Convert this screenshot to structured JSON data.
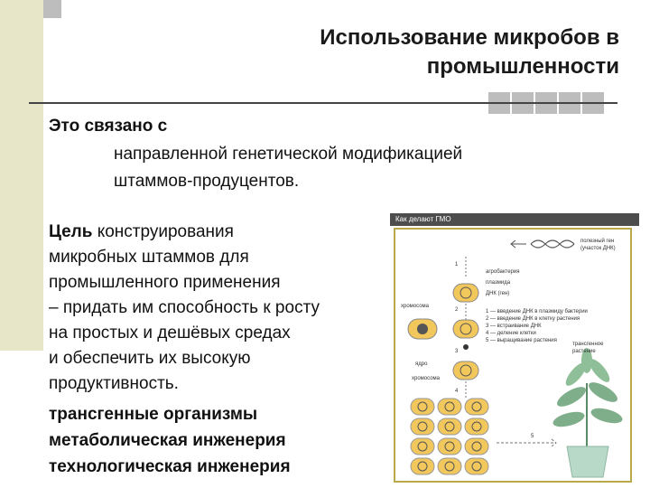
{
  "slide": {
    "title_line1": "Использование микробов в",
    "title_line2": "промышленности",
    "intro_lead": "Это связано с",
    "intro_rest1": "направленной генетической модификацией",
    "intro_rest2": "штаммов-продуцентов.",
    "goal_word": "Цель",
    "goal_line1": " конструирования",
    "goal_line2": "микробных штаммов для",
    "goal_line3": "промышленного применения",
    "goal_line4": "– придать им способность к росту",
    "goal_line5": "на простых и дешёвых средах",
    "goal_line6": "и обеспечить их высокую",
    "goal_line7": "продуктивность.",
    "term1": "трансгенные организмы",
    "term2": "метаболическая инженерия",
    "term3": "технологическая инженерия"
  },
  "figure": {
    "header": "Как делают ГМО",
    "label_gene": "полезный ген",
    "label_gene2": "(участок ДНК)",
    "label_agro": "агробактерия",
    "label_plasmid": "плазмида",
    "label_dna": "ДНК (ген)",
    "label_chromosome": "хромосома",
    "label_nucleus": "ядро",
    "label_chromosome2": "хромосома",
    "label_plant": "трансгенное",
    "label_plant2": "растение",
    "step1": "1",
    "step2": "2",
    "step3": "3",
    "step4": "4",
    "step5": "5",
    "legend1": "1 — введение ДНК в плазмиду бактерии",
    "legend2": "2 — введение ДНК в клетку растения",
    "legend3": "3 — встраивание ДНК",
    "legend4": "4 — деление клетки",
    "legend5": "5 — выращивание растения"
  },
  "colors": {
    "sidebar": "#e7e6c8",
    "squares": "#bdbdbd",
    "figure_border": "#b9a94a",
    "cell_fill": "#f2c75c",
    "plant_green": "#7fae8a"
  }
}
